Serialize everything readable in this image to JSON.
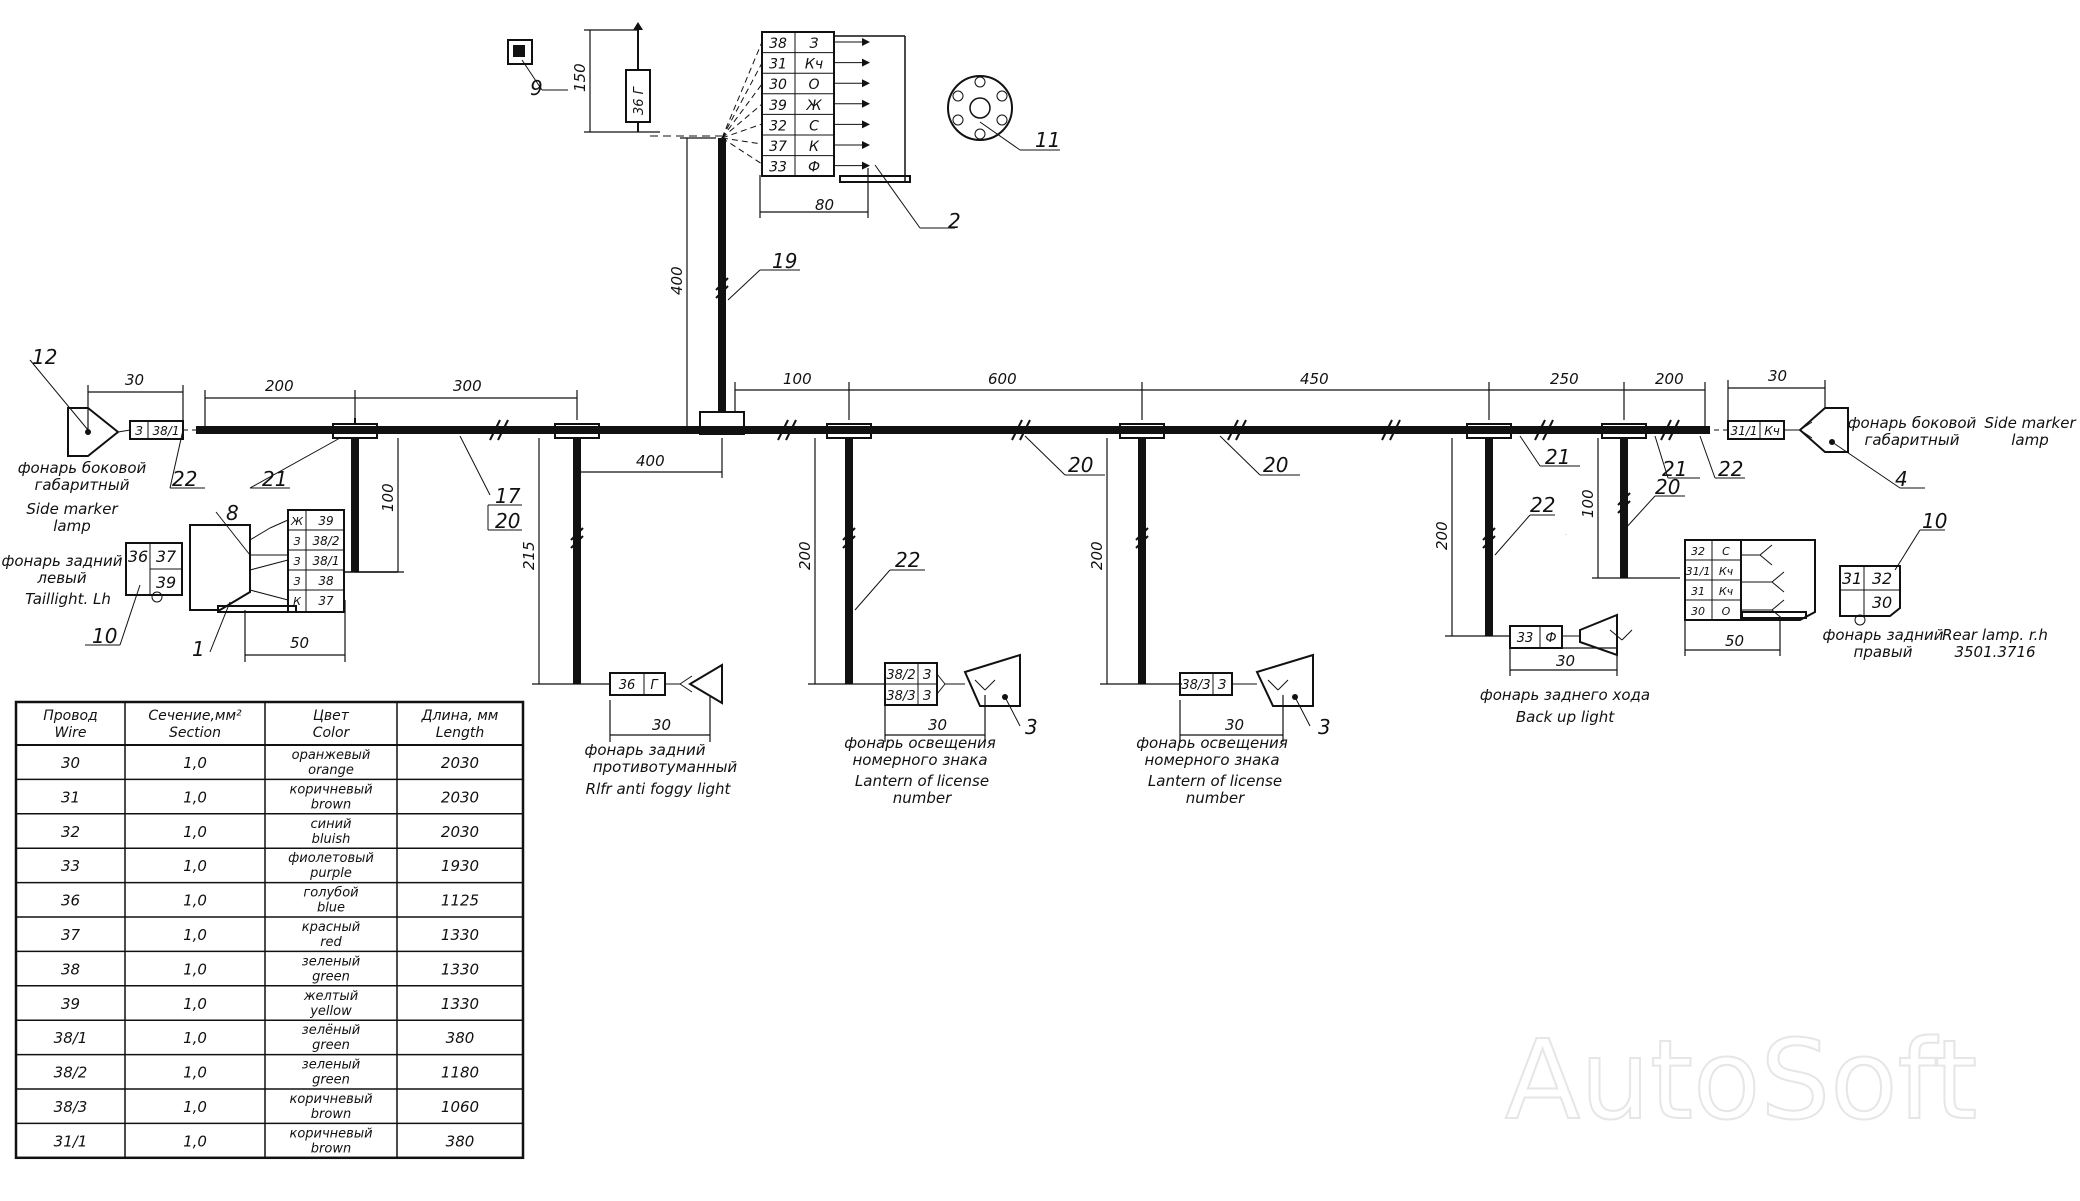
{
  "numbers": {
    "n1": "1",
    "n2": "2",
    "n3a": "3",
    "n3b": "3",
    "n4": "4",
    "n8": "8",
    "n9": "9",
    "n10a": "10",
    "n10b": "10",
    "n11": "11",
    "n12": "12",
    "n17": "17",
    "n19": "19",
    "n20a": "20",
    "n20b": "20",
    "n20c": "20",
    "n20d": "20",
    "n21a": "21",
    "n21b": "21",
    "n21c": "21",
    "n22a": "22",
    "n22b": "22",
    "n22c": "22",
    "n22d": "22",
    "n22e": "22"
  },
  "dims": {
    "d30a": "30",
    "d200a": "200",
    "d300": "300",
    "d100a": "100",
    "d600": "600",
    "d450": "450",
    "d250": "250",
    "d200b": "200",
    "d30b": "30",
    "d400v": "400",
    "d400h": "400",
    "d150": "150",
    "d80": "80",
    "d100v": "100",
    "d215": "215",
    "d200v1": "200",
    "d200v2": "200",
    "d200v3": "200",
    "d100v2": "100",
    "d50a": "50",
    "d30c": "30",
    "d30d": "30",
    "d30e": "30",
    "d30f": "30",
    "d50b": "50"
  },
  "connector_top": {
    "rows": [
      [
        "38",
        "З"
      ],
      [
        "31",
        "Кч"
      ],
      [
        "30",
        "О"
      ],
      [
        "39",
        "Ж"
      ],
      [
        "32",
        "С"
      ],
      [
        "37",
        "К"
      ],
      [
        "33",
        "Ф"
      ]
    ],
    "fuse_label": "36 Г"
  },
  "left_block": {
    "rows": [
      [
        "Ж",
        "39"
      ],
      [
        "З",
        "38/2"
      ],
      [
        "З",
        "38/1"
      ],
      [
        "З",
        "38"
      ],
      [
        "К",
        "37"
      ]
    ]
  },
  "right_block": {
    "rows": [
      [
        "32",
        "С"
      ],
      [
        "31/1",
        "Кч"
      ],
      [
        "31",
        "Кч"
      ],
      [
        "30",
        "О"
      ]
    ]
  },
  "small_connectors": {
    "left_marker": [
      "З",
      "38/1"
    ],
    "right_marker": [
      "31/1",
      "Кч"
    ],
    "fog": [
      "36",
      "Г"
    ],
    "lic1": [
      [
        "38/2",
        "З"
      ],
      [
        "38/3",
        "З"
      ]
    ],
    "lic2": [
      "38/3",
      "З"
    ],
    "backup": [
      "33",
      "Ф"
    ],
    "tail_left": [
      "36",
      "37",
      "39"
    ],
    "tail_right": [
      "31",
      "32",
      "30"
    ]
  },
  "labels": {
    "side_marker_left_ru": [
      "фонарь боковой",
      "габаритный"
    ],
    "side_marker_left_en": [
      "Side marker",
      "lamp"
    ],
    "taillight_left_ru": [
      "фонарь задний",
      "левый"
    ],
    "taillight_left_en": "Taillight. Lh",
    "side_marker_right_ru": [
      "фонарь боковой",
      "габаритный"
    ],
    "side_marker_right_en": [
      "Side marker",
      "lamp"
    ],
    "fog_ru": [
      "фонарь задний",
      "противотуманный"
    ],
    "fog_en": "Rlfr anti foggy light",
    "lic1_ru": [
      "фонарь освещения",
      "номерного знака"
    ],
    "lic1_en": [
      "Lantern of license",
      "number"
    ],
    "lic2_ru": [
      "фонарь освещения",
      "номерного знака"
    ],
    "lic2_en": [
      "Lantern of license",
      "number"
    ],
    "backup_ru": "фонарь заднего хода",
    "backup_en": "Back up light",
    "rear_right_ru": [
      "фонарь задний",
      "правый"
    ],
    "rear_right_en": [
      "Rear lamp. r.h",
      "3501.3716"
    ]
  },
  "table": {
    "headers": [
      [
        "Провод",
        "Wire"
      ],
      [
        "Сечение,мм²",
        "Section"
      ],
      [
        "Цвет",
        "Color"
      ],
      [
        "Длина, мм",
        "Length"
      ]
    ],
    "rows": [
      [
        "30",
        "1,0",
        [
          "оранжевый",
          "orange"
        ],
        "2030"
      ],
      [
        "31",
        "1,0",
        [
          "коричневый",
          "brown"
        ],
        "2030"
      ],
      [
        "32",
        "1,0",
        [
          "синий",
          "bluish"
        ],
        "2030"
      ],
      [
        "33",
        "1,0",
        [
          "фиолетовый",
          "purple"
        ],
        "1930"
      ],
      [
        "36",
        "1,0",
        [
          "голубой",
          "blue"
        ],
        "1125"
      ],
      [
        "37",
        "1,0",
        [
          "красный",
          "red"
        ],
        "1330"
      ],
      [
        "38",
        "1,0",
        [
          "зеленый",
          "green"
        ],
        "1330"
      ],
      [
        "39",
        "1,0",
        [
          "желтый",
          "yellow"
        ],
        "1330"
      ],
      [
        "38/1",
        "1,0",
        [
          "зелёный",
          "green"
        ],
        "380"
      ],
      [
        "38/2",
        "1,0",
        [
          "зеленый",
          "green"
        ],
        "1180"
      ],
      [
        "38/3",
        "1,0",
        [
          "коричневый",
          "brown"
        ],
        "1060"
      ],
      [
        "31/1",
        "1,0",
        [
          "коричневый",
          "brown"
        ],
        "380"
      ]
    ]
  },
  "watermark": "AutoSoft"
}
